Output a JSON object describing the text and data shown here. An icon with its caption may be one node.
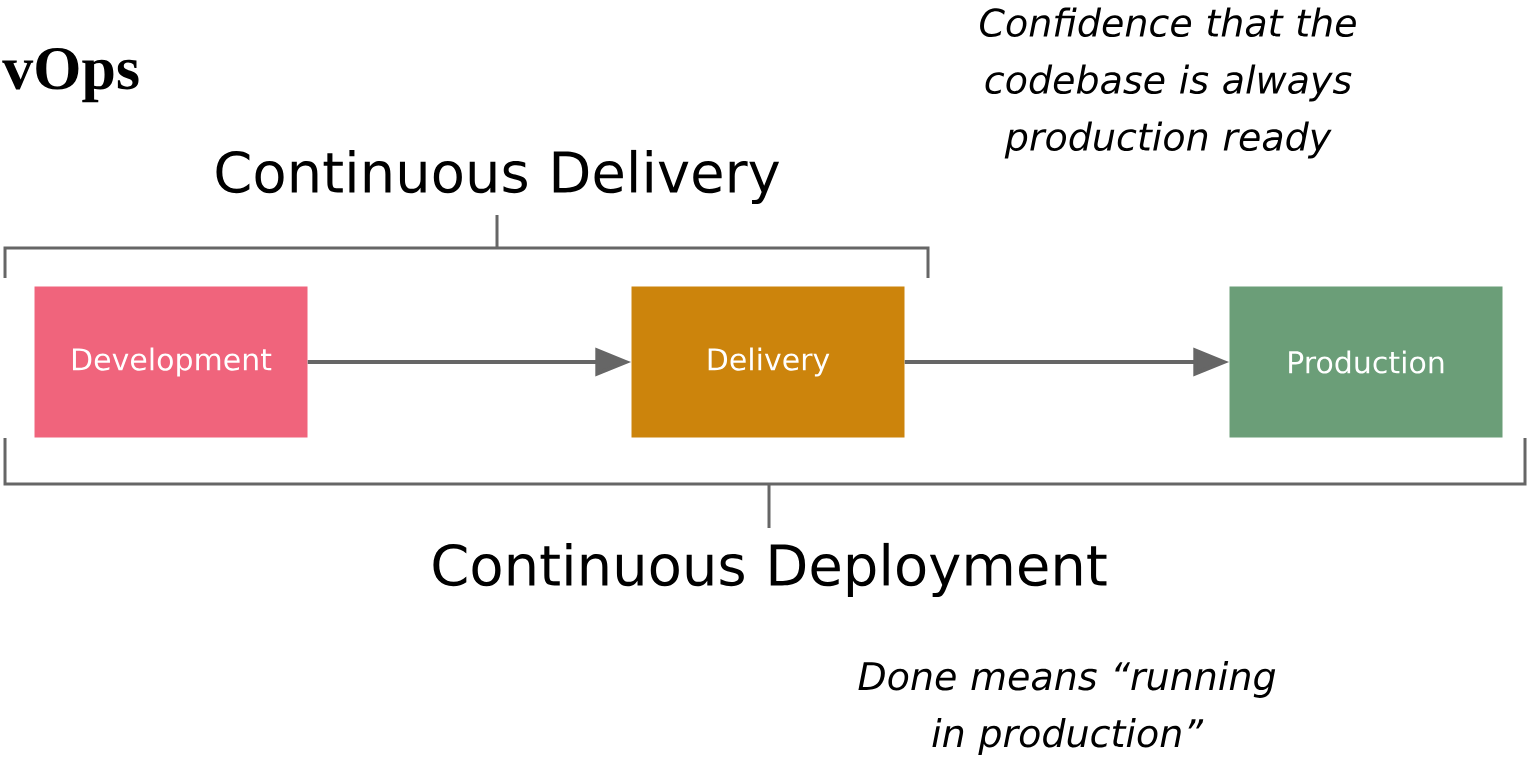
{
  "diagram": {
    "title": "vOps",
    "nodes": [
      {
        "text": [
          "Development"
        ]
      },
      {
        "text": [
          "Delivery"
        ]
      },
      {
        "text": [
          "Production"
        ]
      }
    ],
    "edges": [
      {
        "from": 0,
        "to": 1,
        "arrow": "to"
      },
      {
        "from": 1,
        "to": 2,
        "arrow": "to"
      }
    ],
    "labels": [
      "Confidence that the codebase is always production ready",
      "Continuous Delivery",
      "Continuous Deployment",
      "Done means “running in production”"
    ]
  }
}
